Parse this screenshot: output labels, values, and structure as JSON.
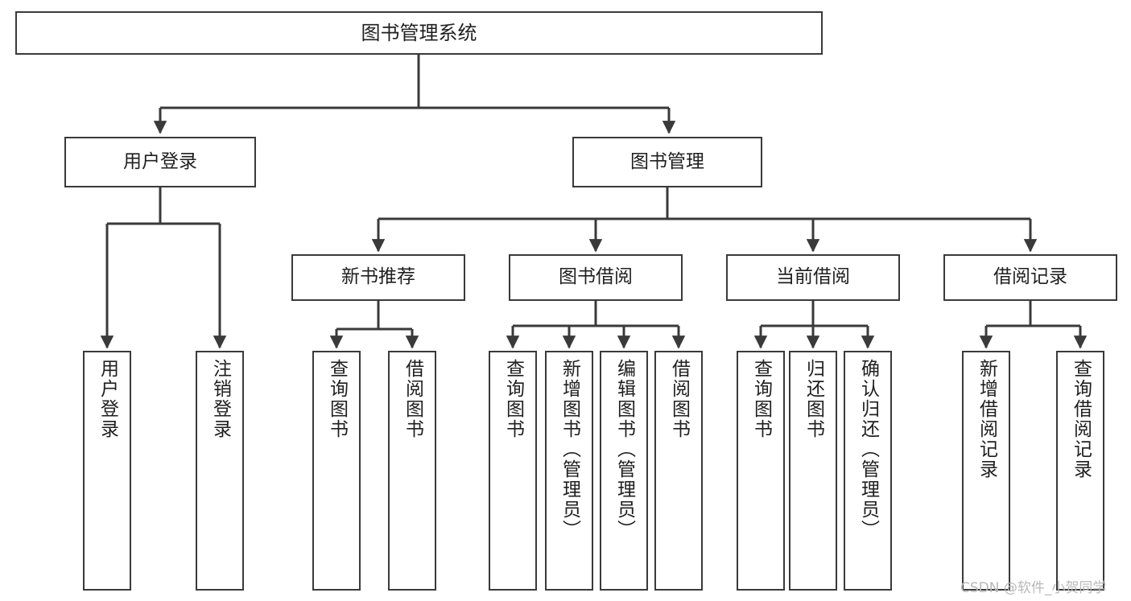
{
  "diagram": {
    "title": "图书管理系统",
    "type": "hierarchy-tree",
    "watermark": "CSDN @软件_小贺同学",
    "colors": {
      "box_border": "#3a3a3a",
      "background": "#ffffff",
      "edge": "#3a3a3a",
      "text": "#1f1f1f",
      "watermark": "#b9b9b9"
    },
    "root": {
      "label": "图书管理系统"
    },
    "level2": [
      {
        "label": "用户登录"
      },
      {
        "label": "图书管理"
      }
    ],
    "level3": [
      {
        "label": "新书推荐"
      },
      {
        "label": "图书借阅"
      },
      {
        "label": "当前借阅"
      },
      {
        "label": "借阅记录"
      }
    ],
    "leaves": [
      {
        "label": "用户登录"
      },
      {
        "label": "注销登录"
      },
      {
        "label": "查询图书"
      },
      {
        "label": "借阅图书"
      },
      {
        "label": "查询图书"
      },
      {
        "label": "新增图书（管理员）"
      },
      {
        "label": "编辑图书（管理员）"
      },
      {
        "label": "借阅图书"
      },
      {
        "label": "查询图书"
      },
      {
        "label": "归还图书"
      },
      {
        "label": "确认归还（管理员）"
      },
      {
        "label": "新增借阅记录"
      },
      {
        "label": "查询借阅记录"
      }
    ]
  }
}
